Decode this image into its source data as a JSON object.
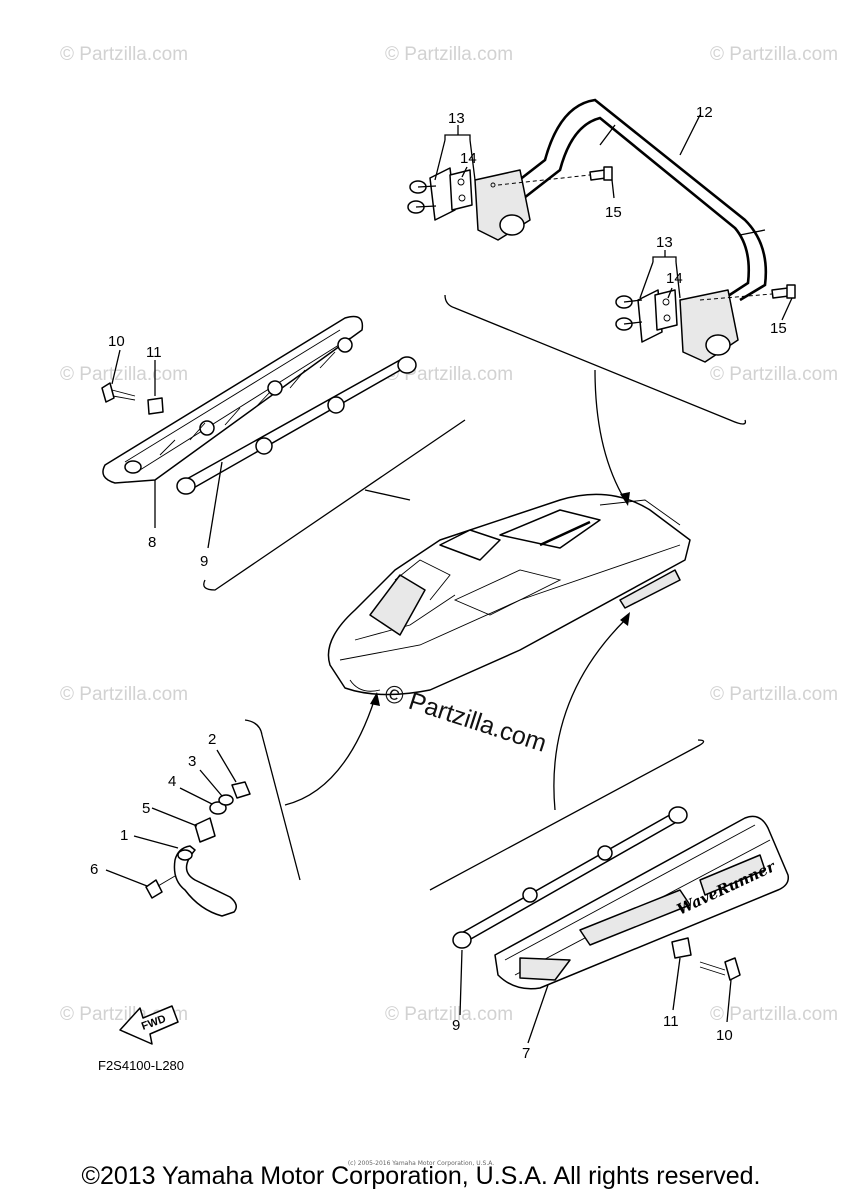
{
  "parts": {
    "p1": "1",
    "p2": "2",
    "p3": "3",
    "p4": "4",
    "p5": "5",
    "p6": "6",
    "p7": "7",
    "p8": "8",
    "p9a": "9",
    "p9b": "9",
    "p10a": "10",
    "p10b": "10",
    "p11a": "11",
    "p11b": "11",
    "p12": "12",
    "p13a": "13",
    "p13b": "13",
    "p14a": "14",
    "p14b": "14",
    "p15a": "15",
    "p15b": "15"
  },
  "fwd_label": "FWD",
  "figure_code": "F2S4100-L280",
  "brand_mark": "WaveRunner",
  "watermark": "© Partzilla.com",
  "watermark_main": "© Partzilla.com",
  "small_copyright": "(c) 2005-2016 Yamaha Motor Corporation, U.S.A.",
  "copyright": "©2013 Yamaha Motor Corporation, U.S.A. All rights reserved."
}
